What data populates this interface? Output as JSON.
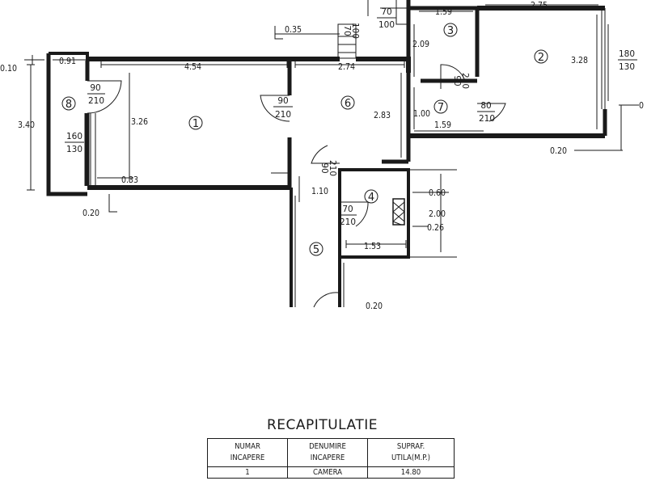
{
  "rooms": {
    "r1": "1",
    "r2": "2",
    "r3": "3",
    "r4": "4",
    "r5": "5",
    "r6": "6",
    "r7": "7",
    "r8": "8"
  },
  "dimensions": {
    "d_035": "0.35",
    "d_454": "4.54",
    "d_274": "2.74",
    "d_159_top": "1.59",
    "d_275": "2.75",
    "d_091": "0.91",
    "d_010": "0.10",
    "d_340": "3.40",
    "d_326": "3.26",
    "d_283": "2.83",
    "d_209": "2.09",
    "d_328": "3.28",
    "d_100": "1.00",
    "d_159_mid": "1.59",
    "d_020_right": "0.20",
    "d_033": "0.33",
    "d_020_left": "0.20",
    "d_110": "1.10",
    "d_060": "0.60",
    "d_200": "2.00",
    "d_026": "0.26",
    "d_153": "1.53",
    "d_0_right": "0",
    "d_partial": "0.20"
  },
  "doors": [
    {
      "top": "90",
      "bottom": "210"
    },
    {
      "top": "90",
      "bottom": "210"
    },
    {
      "top": "90",
      "bottom": "210"
    },
    {
      "top": "80",
      "bottom": "210"
    },
    {
      "top": "70",
      "bottom": "210"
    },
    {
      "top": "70",
      "bottom": "100"
    },
    {
      "top": "70",
      "bottom": "100"
    },
    {
      "top": "90",
      "bottom": "210"
    }
  ],
  "windows": [
    {
      "top": "160",
      "bottom": "130"
    },
    {
      "top": "180",
      "bottom": "130"
    }
  ],
  "recap": {
    "title": "RECAPITULATIE",
    "headers": [
      {
        "line1": "NUMAR",
        "line2": "INCAPERE"
      },
      {
        "line1": "DENUMIRE",
        "line2": "INCAPERE"
      },
      {
        "line1": "SUPRAF.",
        "line2": "UTILA(M.P.)"
      }
    ],
    "rows": [
      {
        "num": "1",
        "name": "CAMERA",
        "area": "14.80"
      }
    ]
  }
}
